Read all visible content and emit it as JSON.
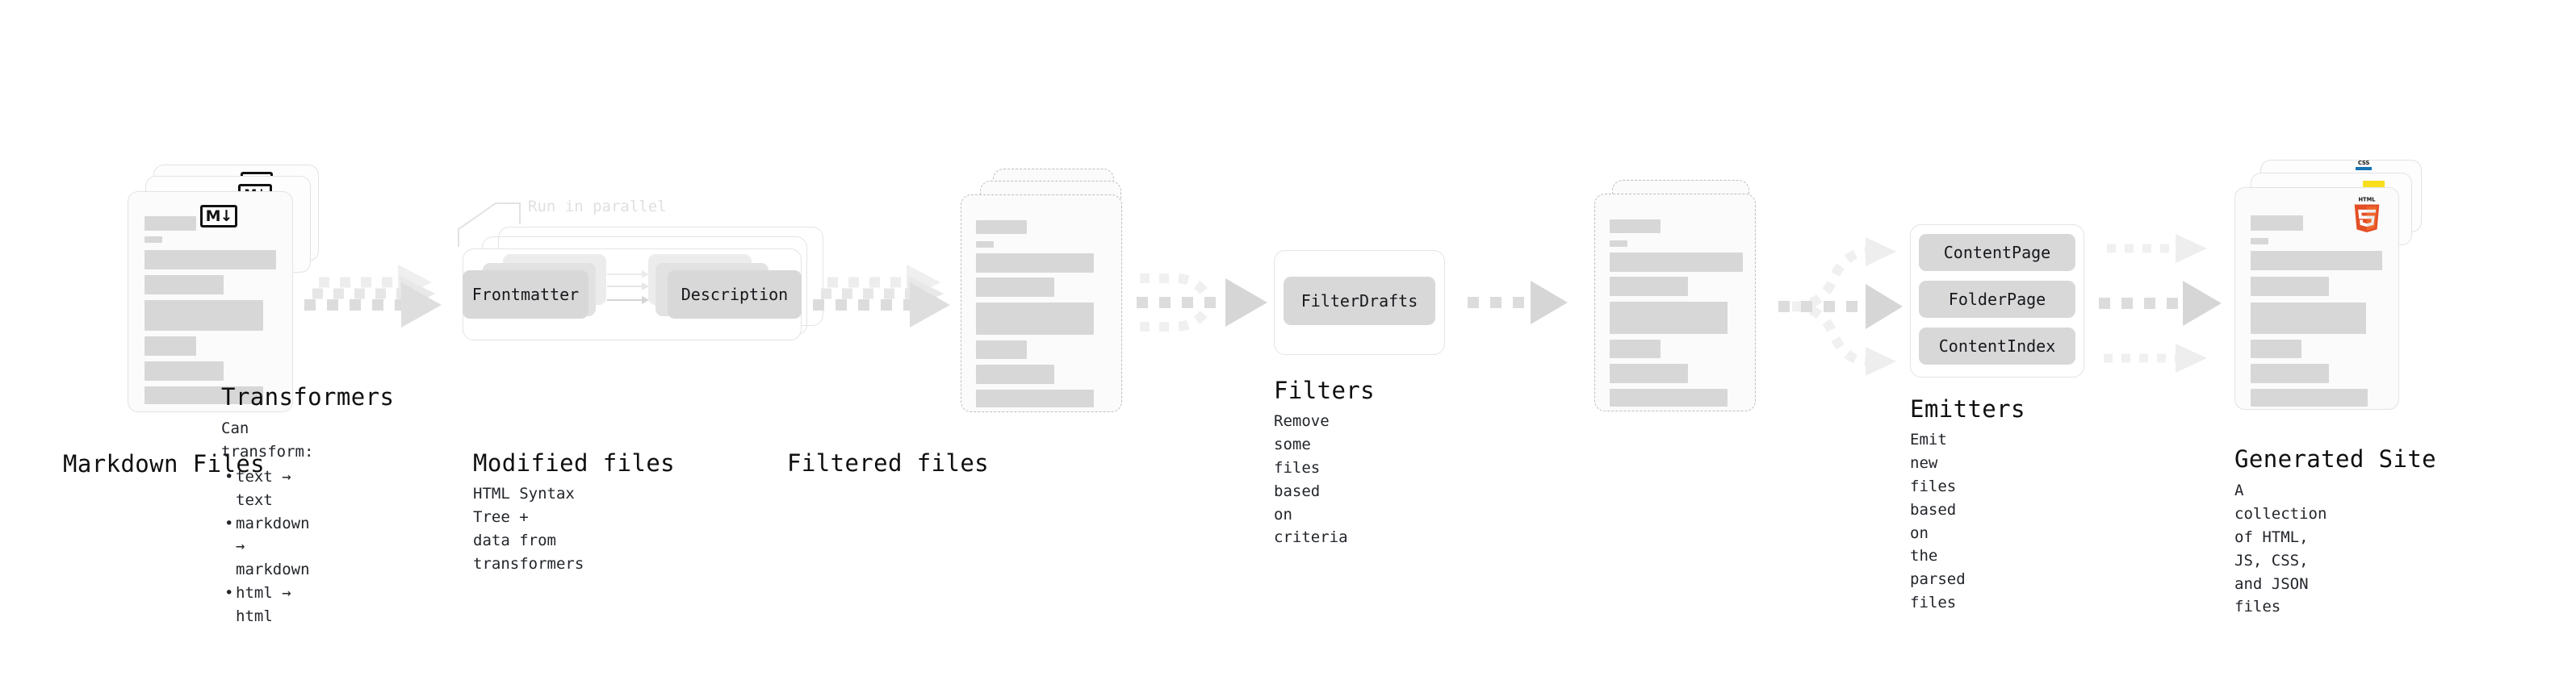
{
  "diagram": {
    "title_semantic": "quartz-build-pipeline",
    "colors": {
      "text": "#0f0f0f",
      "muted_text": "#22252a",
      "card_bg": "#fbfbfb",
      "card_border": "#e3e3e3",
      "dashed_border": "#bfbfbf",
      "placeholder_bar": "#d7d7d7",
      "chip_bg": "#d8d8d8",
      "arrow": "#d4d4d4",
      "ghost_label": "#e0e0e0",
      "html5_orange": "#e34f26",
      "css_blue": "#1572b6",
      "js_yellow": "#f7df1e"
    },
    "steps": [
      {
        "id": "markdown-files",
        "title": "Markdown Files",
        "desc": "",
        "icon": "markdown-badge",
        "badge_text": "M↓"
      },
      {
        "id": "transformers",
        "title": "Transformers",
        "desc": "Can transform:",
        "parallel_note": "Run in parallel",
        "chips": [
          "Frontmatter",
          "Description"
        ],
        "bullets": [
          "text → text",
          "markdown → markdown",
          "html → html"
        ]
      },
      {
        "id": "modified-files",
        "title": "Modified files",
        "desc": "HTML Syntax Tree +\ndata from transformers"
      },
      {
        "id": "filters",
        "title": "Filters",
        "desc": "Remove some files based\non criteria",
        "chips": [
          "FilterDrafts"
        ]
      },
      {
        "id": "filtered-files",
        "title": "Filtered files",
        "desc": ""
      },
      {
        "id": "emitters",
        "title": "Emitters",
        "desc": "Emit new files based on\nthe parsed files",
        "chips": [
          "ContentPage",
          "FolderPage",
          "ContentIndex"
        ]
      },
      {
        "id": "generated-site",
        "title": "Generated Site",
        "desc": "A collection of HTML,\nJS, CSS, and JSON files",
        "badges": [
          "CSS3",
          "JS",
          "HTML5"
        ],
        "css_badge_text": "CSS"
      }
    ],
    "connectors": [
      {
        "id": "md-to-transformers",
        "style": "dotted-stacked-arrow"
      },
      {
        "id": "transformers-to-modified",
        "style": "dotted-stacked-arrow"
      },
      {
        "id": "modified-to-filters",
        "style": "dotted-merge-arrow"
      },
      {
        "id": "filters-to-filtered",
        "style": "dotted-arrow"
      },
      {
        "id": "filtered-to-emitters",
        "style": "dotted-split-arrow"
      },
      {
        "id": "emitters-to-site",
        "style": "dotted-triple-arrow"
      }
    ]
  }
}
